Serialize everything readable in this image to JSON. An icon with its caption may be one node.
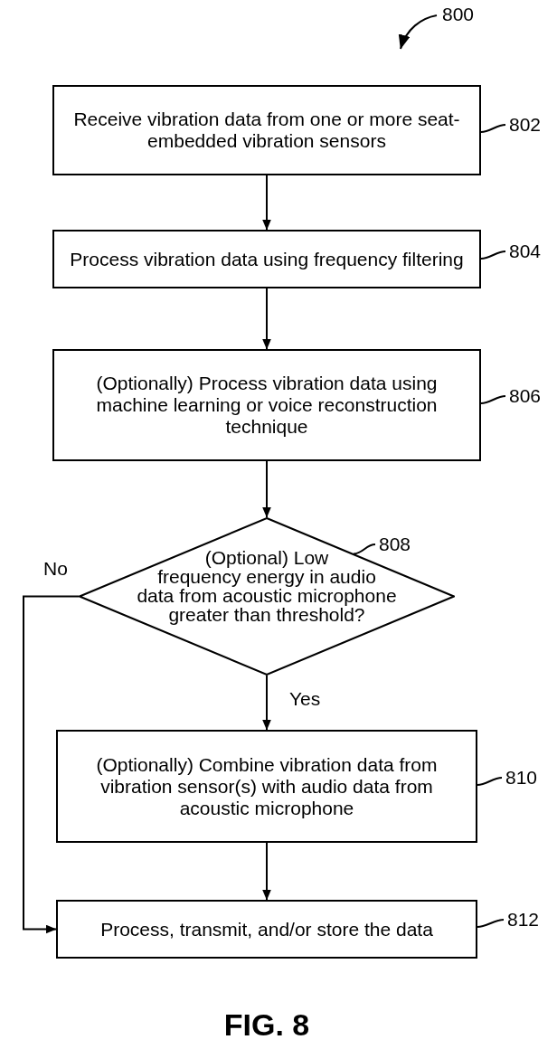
{
  "diagram": {
    "caption": "FIG. 8",
    "nodes": [
      {
        "text": [
          "800"
        ]
      },
      {
        "text": [
          "Receive vibration data from one or more seat-embedded vibration sensors"
        ]
      },
      {
        "text": [
          "802"
        ]
      },
      {
        "text": [
          "Process vibration data using frequency filtering"
        ]
      },
      {
        "text": [
          "804"
        ]
      },
      {
        "text": [
          "(Optionally) Process vibration data using machine learning or voice reconstruction technique"
        ]
      },
      {
        "text": [
          "806"
        ]
      },
      {
        "text": [
          "(Optional) Low frequency energy in audio data from acoustic microphone greater than threshold?"
        ]
      },
      {
        "text": [
          "808"
        ]
      },
      {
        "text": [
          "(Optionally) Combine vibration data from vibration sensor(s) with audio data from acoustic microphone"
        ]
      },
      {
        "text": [
          "810"
        ]
      },
      {
        "text": [
          "Process, transmit, and/or store the data"
        ]
      },
      {
        "text": [
          "812"
        ]
      }
    ],
    "edges": [
      {
        "from": 1,
        "to": 3,
        "arrow": "to"
      },
      {
        "from": 3,
        "to": 5,
        "arrow": "to"
      },
      {
        "from": 5,
        "to": 7,
        "arrow": "to"
      },
      {
        "from": 7,
        "to": 9,
        "arrow": "to",
        "label": "Yes"
      },
      {
        "from": 7,
        "to": 11,
        "arrow": "to",
        "label": "No"
      },
      {
        "from": 9,
        "to": 11,
        "arrow": "to"
      },
      {
        "from": 0,
        "to": null,
        "arrow": "to"
      },
      {
        "from": 2,
        "to": 1,
        "arrow": "none"
      },
      {
        "from": 4,
        "to": 3,
        "arrow": "none"
      },
      {
        "from": 6,
        "to": 5,
        "arrow": "none"
      },
      {
        "from": 8,
        "to": 7,
        "arrow": "none"
      },
      {
        "from": 10,
        "to": 9,
        "arrow": "none"
      },
      {
        "from": 12,
        "to": 11,
        "arrow": "none"
      }
    ]
  }
}
